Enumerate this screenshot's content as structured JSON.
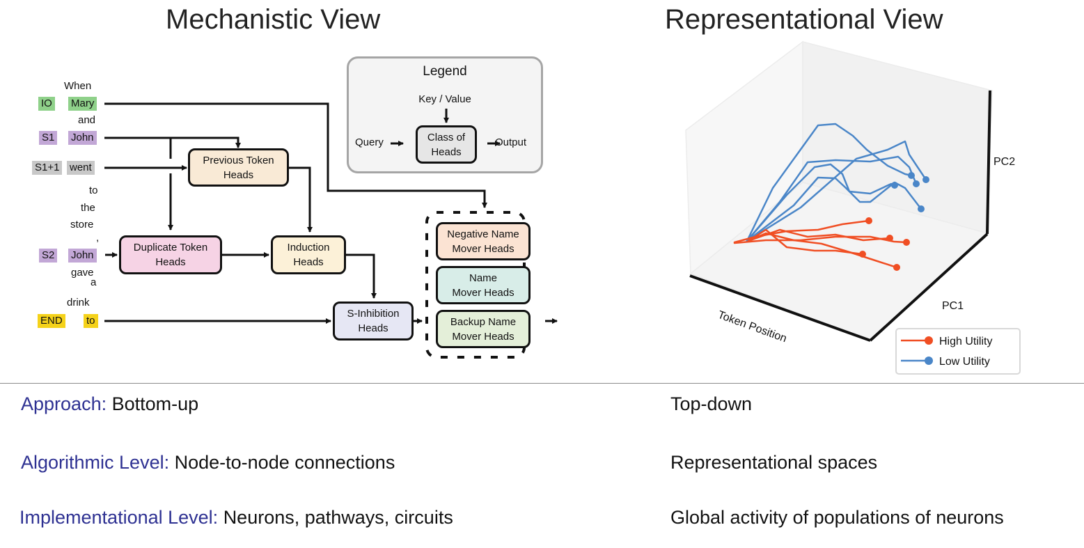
{
  "titles": {
    "left": "Mechanistic View",
    "right": "Representational View"
  },
  "sentence": {
    "tokens": [
      {
        "text": "When"
      },
      {
        "text": "Mary",
        "tag": "IO",
        "color": "#8fd18a"
      },
      {
        "text": "and"
      },
      {
        "text": "John",
        "tag": "S1",
        "color": "#c2a7d6"
      },
      {
        "text": "went",
        "tag": "S1+1",
        "color": "#c8c8c8"
      },
      {
        "text": "to"
      },
      {
        "text": "the"
      },
      {
        "text": "store"
      },
      {
        "text": ","
      },
      {
        "text": "John",
        "tag": "S2",
        "color": "#c2a7d6"
      },
      {
        "text": "gave"
      },
      {
        "text": "a"
      },
      {
        "text": "drink"
      },
      {
        "text": "to",
        "tag": "END",
        "color": "#f5d21a"
      }
    ]
  },
  "circuit": {
    "nodes": {
      "previous_token": {
        "line1": "Previous Token",
        "line2": "Heads",
        "color": "#f9ead6"
      },
      "duplicate_token": {
        "line1": "Duplicate Token",
        "line2": "Heads",
        "color": "#f6d3e5"
      },
      "induction": {
        "line1": "Induction",
        "line2": "Heads",
        "color": "#fcf1d8"
      },
      "s_inhibition": {
        "line1": "S-Inhibition",
        "line2": "Heads",
        "color": "#e6e7f4"
      },
      "negative_name_mover": {
        "line1": "Negative Name",
        "line2": "Mover Heads",
        "color": "#fbe3d3"
      },
      "name_mover": {
        "line1": "Name",
        "line2": "Mover Heads",
        "color": "#d8ede8"
      },
      "backup_name_mover": {
        "line1": "Backup Name",
        "line2": "Mover Heads",
        "color": "#e4efd9"
      }
    },
    "legend": {
      "title": "Legend",
      "key_value": "Key / Value",
      "node_line1": "Class of",
      "node_line2": "Heads",
      "query": "Query",
      "output": "Output"
    }
  },
  "chart_data": {
    "type": "line",
    "projection": "3d",
    "title": "Representational View",
    "axes": {
      "x": "Token Position",
      "y": "PC1",
      "z": "PC2"
    },
    "grid": false,
    "legend_position": "bottom-right",
    "legend": [
      {
        "name": "High Utility",
        "color": "#f04e23"
      },
      {
        "name": "Low Utility",
        "color": "#4a86c8"
      }
    ],
    "series": [
      {
        "name": "Low Utility",
        "color": "#4a86c8",
        "trajectories": 5,
        "shape": "rises high in PC2 then descends toward endpoint"
      },
      {
        "name": "High Utility",
        "color": "#f04e23",
        "trajectories": 5,
        "shape": "stays low in PC2, spreads along PC1"
      }
    ]
  },
  "comparison": {
    "rows": [
      {
        "key": "Approach:",
        "left": "Bottom-up",
        "right": "Top-down"
      },
      {
        "key": "Algorithmic Level:",
        "left": "Node-to-node connections",
        "right": "Representational spaces"
      },
      {
        "key": "Implementational Level:",
        "left": "Neurons, pathways, circuits",
        "right": "Global activity of populations of neurons"
      }
    ],
    "key_color": "#2e3192"
  }
}
